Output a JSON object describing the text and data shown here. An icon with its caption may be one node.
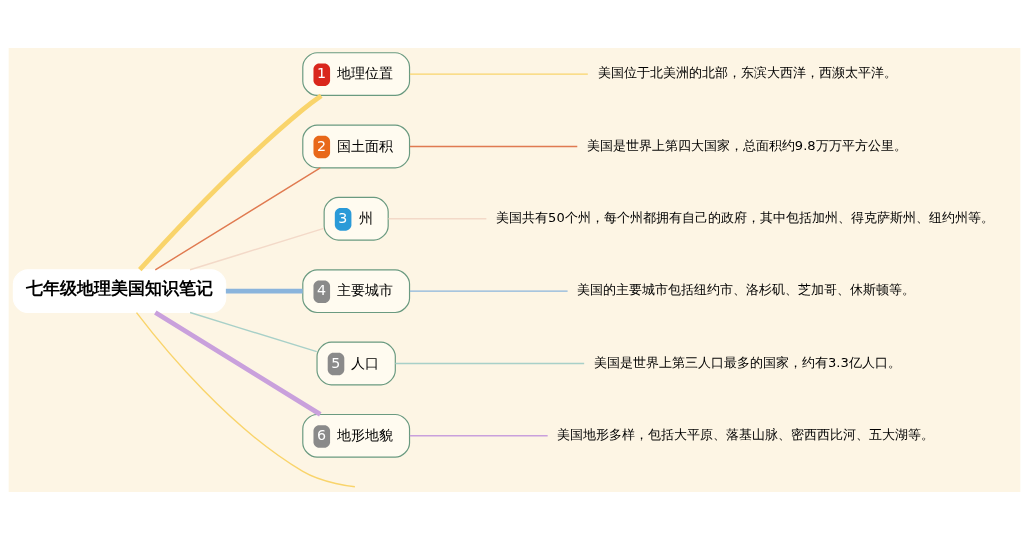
{
  "diagram": {
    "nodes": [
      {
        "text": [
          "七年级地理美国知识笔记"
        ]
      },
      {
        "text": [
          "1",
          "地理位置"
        ]
      },
      {
        "text": [
          "美国位于北美洲的北部，东滨大西洋，西濒太平洋。"
        ]
      },
      {
        "text": [
          "2",
          "国土面积"
        ]
      },
      {
        "text": [
          "美国是世界上第四大国家，总面积约9.8万万平方公里。"
        ]
      },
      {
        "text": [
          "3",
          "州"
        ]
      },
      {
        "text": [
          "美国共有50个州，每个州都拥有自己的政府，其中包括加州、得克萨斯州、纽约州等。"
        ]
      },
      {
        "text": [
          "4",
          "主要城市"
        ]
      },
      {
        "text": [
          "美国的主要城市包括纽约市、洛杉矶、芝加哥、休斯顿等。"
        ]
      },
      {
        "text": [
          "5",
          "人口"
        ]
      },
      {
        "text": [
          "美国是世界上第三人口最多的国家，约有3.3亿人口。"
        ]
      },
      {
        "text": [
          "6",
          "地形地貌"
        ]
      },
      {
        "text": [
          "美国地形多样，包括大平原、落基山脉、密西西比河、五大湖等。"
        ]
      }
    ],
    "edges": [
      {
        "from": 0,
        "to": 1,
        "arrow": "none",
        "style": "thick",
        "color": "#f9d46b"
      },
      {
        "from": 1,
        "to": 2,
        "arrow": "none",
        "color": "#f9d46b"
      },
      {
        "from": 0,
        "to": 3,
        "arrow": "none",
        "color": "#e07a50"
      },
      {
        "from": 3,
        "to": 4,
        "arrow": "none",
        "color": "#e07a50"
      },
      {
        "from": 0,
        "to": 5,
        "arrow": "none",
        "color": "#f3d9c8"
      },
      {
        "from": 5,
        "to": 6,
        "arrow": "none",
        "color": "#f3d9c8"
      },
      {
        "from": 0,
        "to": 7,
        "arrow": "none",
        "style": "thick",
        "color": "#8ab4dc"
      },
      {
        "from": 7,
        "to": 8,
        "arrow": "none",
        "color": "#8ab4dc"
      },
      {
        "from": 0,
        "to": 9,
        "arrow": "none",
        "color": "#a8d0c8"
      },
      {
        "from": 9,
        "to": 10,
        "arrow": "none",
        "color": "#a8d0c8"
      },
      {
        "from": 0,
        "to": 11,
        "arrow": "none",
        "style": "thick",
        "color": "#c9a0dc"
      },
      {
        "from": 11,
        "to": 12,
        "arrow": "none",
        "color": "#c9a0dc"
      },
      {
        "from": 0,
        "to": null,
        "arrow": "none",
        "color": "#f9d46b"
      }
    ]
  }
}
